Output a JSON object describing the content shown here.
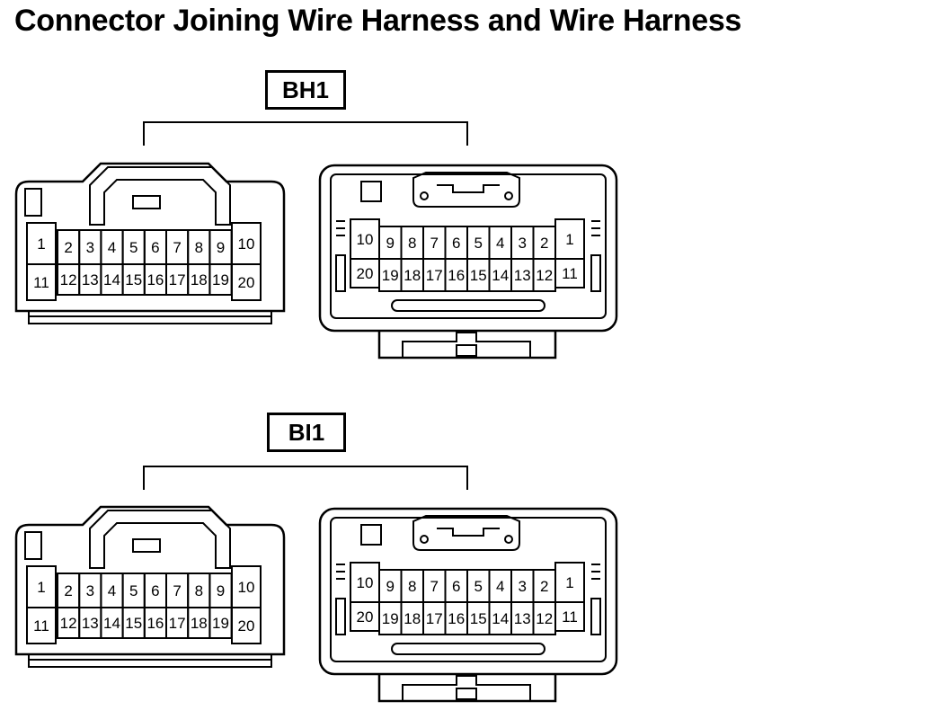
{
  "title": "Connector Joining Wire Harness and Wire Harness",
  "connectors": [
    {
      "label": "BH1",
      "female": {
        "row1": [
          "1",
          "2",
          "3",
          "4",
          "5",
          "6",
          "7",
          "8",
          "9",
          "10"
        ],
        "row2": [
          "11",
          "12",
          "13",
          "14",
          "15",
          "16",
          "17",
          "18",
          "19",
          "20"
        ]
      },
      "male": {
        "row1": [
          "10",
          "9",
          "8",
          "7",
          "6",
          "5",
          "4",
          "3",
          "2",
          "1"
        ],
        "row2": [
          "20",
          "19",
          "18",
          "17",
          "16",
          "15",
          "14",
          "13",
          "12",
          "11"
        ]
      }
    },
    {
      "label": "BI1",
      "female": {
        "row1": [
          "1",
          "2",
          "3",
          "4",
          "5",
          "6",
          "7",
          "8",
          "9",
          "10"
        ],
        "row2": [
          "11",
          "12",
          "13",
          "14",
          "15",
          "16",
          "17",
          "18",
          "19",
          "20"
        ]
      },
      "male": {
        "row1": [
          "10",
          "9",
          "8",
          "7",
          "6",
          "5",
          "4",
          "3",
          "2",
          "1"
        ],
        "row2": [
          "20",
          "19",
          "18",
          "17",
          "16",
          "15",
          "14",
          "13",
          "12",
          "11"
        ]
      }
    }
  ]
}
